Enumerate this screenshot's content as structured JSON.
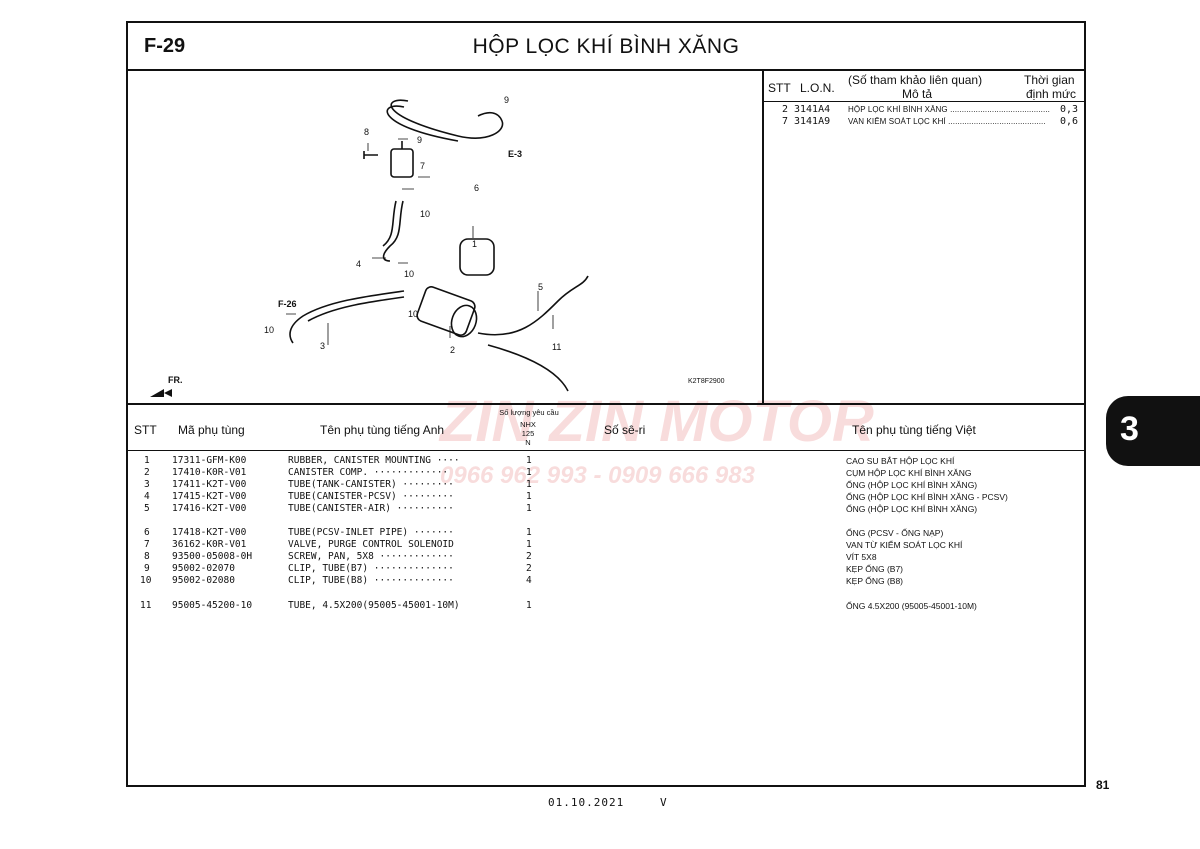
{
  "page": {
    "figure_code": "F-29",
    "title": "HỘP LỌC KHÍ BÌNH XĂNG",
    "section_number": "3",
    "page_number": "81",
    "footer_date": "01.10.2021",
    "footer_version": "V"
  },
  "lon_table": {
    "headers": {
      "stt": "STT",
      "lon": "L.O.N.",
      "ref": "(Số tham khảo liên quan)",
      "desc": "Mô tả",
      "time": "Thời gian",
      "time2": "định mức"
    },
    "rows": [
      {
        "stt": "2",
        "code": "3141A4",
        "desc": "HỘP LỌC KHÍ BÌNH XĂNG ...........................................",
        "time": "0,3"
      },
      {
        "stt": "7",
        "code": "3141A9",
        "desc": "VAN KIỂM SOÁT LỌC KHÍ ..........................................",
        "time": "0,6"
      }
    ]
  },
  "diagram": {
    "callouts": [
      "1",
      "2",
      "3",
      "4",
      "5",
      "6",
      "7",
      "8",
      "9",
      "9",
      "10",
      "10",
      "10",
      "10",
      "11"
    ],
    "refs": {
      "e3": "E-3",
      "f26": "F-26",
      "fr": "FR.",
      "code": "K2T8F2900"
    }
  },
  "parts_table": {
    "headers": {
      "stt": "STT",
      "part_no": "Mã phụ tùng",
      "name_en": "Tên phụ tùng tiếng Anh",
      "qty": "Số lượng yêu cầu",
      "model": "NHX",
      "model2": "125",
      "model3": "N",
      "serial": "Số sê-ri",
      "name_vn": "Tên phụ tùng tiếng Việt"
    },
    "rows": [
      {
        "stt": "1",
        "part_no": "17311-GFM-K00",
        "name_en": "RUBBER, CANISTER MOUNTING ····",
        "qty": "1",
        "name_vn": "CAO SU BẮT HỘP LỌC KHÍ"
      },
      {
        "stt": "2",
        "part_no": "17410-K0R-V01",
        "name_en": "CANISTER COMP. ·············",
        "qty": "1",
        "name_vn": "CỤM HỘP LỌC KHÍ BÌNH XĂNG"
      },
      {
        "stt": "3",
        "part_no": "17411-K2T-V00",
        "name_en": "TUBE(TANK-CANISTER) ·········",
        "qty": "1",
        "name_vn": "ỐNG (HỘP LỌC KHÍ BÌNH XĂNG)"
      },
      {
        "stt": "4",
        "part_no": "17415-K2T-V00",
        "name_en": "TUBE(CANISTER-PCSV) ·········",
        "qty": "1",
        "name_vn": "ỐNG (HỘP LỌC KHÍ BÌNH XĂNG - PCSV)"
      },
      {
        "stt": "5",
        "part_no": "17416-K2T-V00",
        "name_en": "TUBE(CANISTER-AIR) ··········",
        "qty": "1",
        "name_vn": "ỐNG (HỘP LỌC KHÍ BÌNH XĂNG)"
      },
      {
        "stt": "6",
        "part_no": "17418-K2T-V00",
        "name_en": "TUBE(PCSV-INLET PIPE) ·······",
        "qty": "1",
        "name_vn": "ỐNG (PCSV - ỐNG NẠP)"
      },
      {
        "stt": "7",
        "part_no": "36162-K0R-V01",
        "name_en": "VALVE, PURGE CONTROL SOLENOID",
        "qty": "1",
        "name_vn": "VAN TỪ KIỂM SOÁT LỌC KHÍ"
      },
      {
        "stt": "8",
        "part_no": "93500-05008-0H",
        "name_en": "SCREW, PAN, 5X8 ·············",
        "qty": "2",
        "name_vn": "VÍT 5X8"
      },
      {
        "stt": "9",
        "part_no": "95002-02070",
        "name_en": "CLIP, TUBE(B7) ··············",
        "qty": "2",
        "name_vn": "KẸP ỐNG (B7)"
      },
      {
        "stt": "10",
        "part_no": "95002-02080",
        "name_en": "CLIP, TUBE(B8) ··············",
        "qty": "4",
        "name_vn": "KẸP ỐNG (B8)"
      },
      {
        "stt": "11",
        "part_no": "95005-45200-10",
        "name_en": "TUBE, 4.5X200(95005-45001-10M)",
        "qty": "1",
        "name_vn": "ỐNG 4.5X200 (95005-45001-10M)"
      }
    ]
  },
  "watermark": {
    "brand": "ZIN ZIN MOTOR",
    "phone": "0966 962 993 - 0909 666 983"
  },
  "colors": {
    "watermark": "#dc5050",
    "ink": "#111111"
  }
}
